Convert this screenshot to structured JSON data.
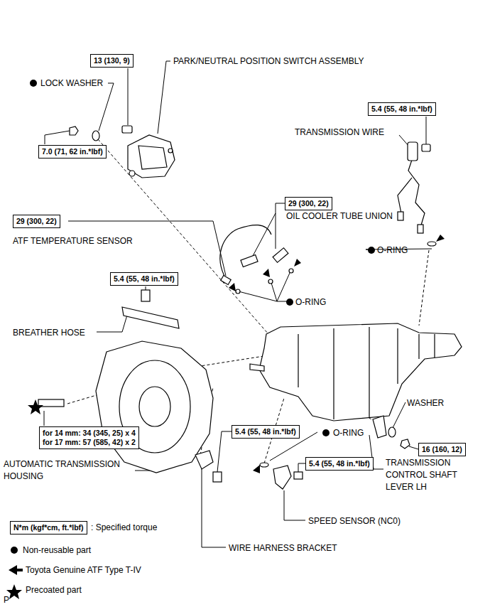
{
  "diagram": {
    "nodes": [
      {
        "text": [
          "13 (130, 9)"
        ]
      },
      {
        "text": [
          "7.0 (71, 62 in.*lbf)"
        ]
      },
      {
        "text": [
          "5.4 (55, 48 in.*lbf)"
        ]
      },
      {
        "text": [
          "29 (300, 22)"
        ]
      },
      {
        "text": [
          "29 (300, 22)"
        ]
      },
      {
        "text": [
          "5.4 (55, 48 in.*lbf)"
        ]
      },
      {
        "text": [
          "for 14 mm: 34 (345, 25) x 4",
          "for 17 mm: 57 (585, 42) x 2"
        ]
      },
      {
        "text": [
          "5.4 (55, 48 in.*lbf)"
        ]
      },
      {
        "text": [
          "5.4 (55, 48 in.*lbf)"
        ]
      },
      {
        "text": [
          "16 (160, 12)"
        ]
      },
      {
        "text": [
          "N*m (kgf*cm, ft.*lbf)"
        ]
      }
    ],
    "labels": [
      "PARK/NEUTRAL POSITION SWITCH ASSEMBLY",
      "LOCK WASHER",
      "TRANSMISSION WIRE",
      "OIL COOLER TUBE UNION",
      "ATF TEMPERATURE SENSOR",
      "O-RING",
      "O-RING",
      "BREATHER HOSE",
      "WASHER",
      "O-RING",
      "AUTOMATIC TRANSMISSION HOUSING",
      "TRANSMISSION CONTROL SHAFT LEVER LH",
      "SPEED SENSOR (NC0)",
      "WIRE HARNESS BRACKET",
      "P"
    ],
    "legend": [
      {
        "text": ": Specified torque"
      },
      {
        "text": "Non-reusable part"
      },
      {
        "text": "Toyota Genuine ATF Type T-IV"
      },
      {
        "text": "Precoated part"
      }
    ]
  }
}
